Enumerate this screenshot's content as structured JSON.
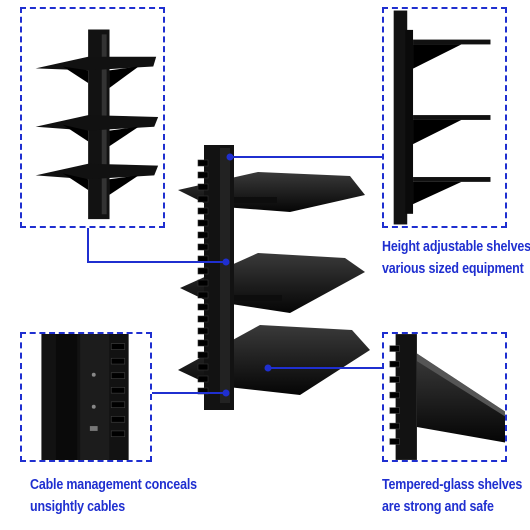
{
  "captions": {
    "height": [
      "Height adjustable shelves fit",
      "various sized equipment"
    ],
    "cable": [
      "Cable management conceals",
      "unsightly cables"
    ],
    "glass": [
      "Tempered-glass shelves",
      "are strong and safe"
    ]
  },
  "colors": {
    "accent": "#1f2fd0",
    "product": "#111111",
    "background": "#ffffff"
  }
}
